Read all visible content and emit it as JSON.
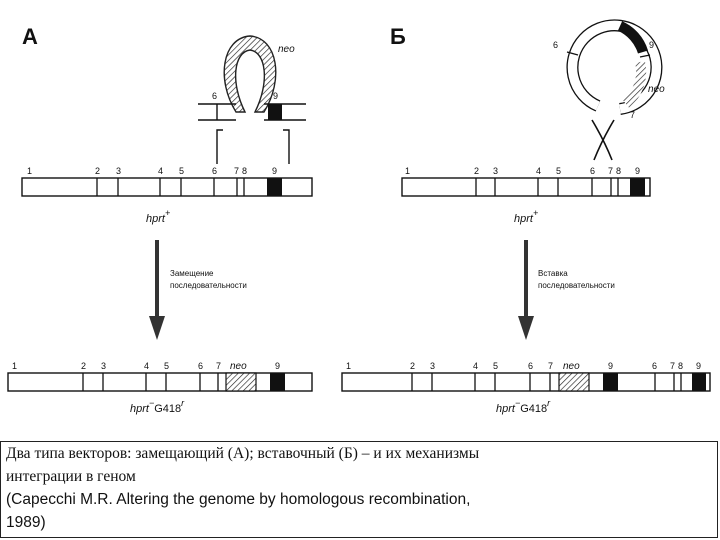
{
  "panels": {
    "a": {
      "letter": "А",
      "neo": "neo",
      "vector_numbers": [
        "6",
        "9"
      ],
      "genome_numbers": [
        "1",
        "2",
        "3",
        "4",
        "5",
        "6",
        "7",
        "8",
        "9"
      ],
      "gene_label": "hprt",
      "gene_sup": "+",
      "arrow_text": [
        "Замещение",
        "последовательности"
      ],
      "result_numbers": [
        "1",
        "2",
        "3",
        "4",
        "5",
        "6",
        "7"
      ],
      "result_neo": "neo",
      "result_nine": "9",
      "result_label": "hprt",
      "result_sup_minus": "−",
      "result_marker": "G418",
      "result_sup_r": "r"
    },
    "b": {
      "letter": "Б",
      "neo": "neo",
      "circle_numbers": [
        "6",
        "9",
        "7"
      ],
      "genome_numbers": [
        "1",
        "2",
        "3",
        "4",
        "5",
        "6",
        "7",
        "8",
        "9"
      ],
      "gene_label": "hprt",
      "gene_sup": "+",
      "arrow_text": [
        "Вставка",
        "последовательности"
      ],
      "result_numbers_left": [
        "1",
        "2",
        "3",
        "4",
        "5",
        "6",
        "7"
      ],
      "result_neo": "neo",
      "result_numbers_right": [
        "9",
        "6",
        "7",
        "8",
        "9"
      ],
      "result_label": "hprt",
      "result_sup_minus": "−",
      "result_marker": "G418",
      "result_sup_r": "r"
    }
  },
  "caption": {
    "line1": "Два типа векторов: замещающий (А); вставочный (Б) – и их механизмы",
    "line2": "интеграции в геном",
    "line3": "(Capecchi M.R. Altering the genome by homologous recombination,",
    "line4": "1989)"
  }
}
